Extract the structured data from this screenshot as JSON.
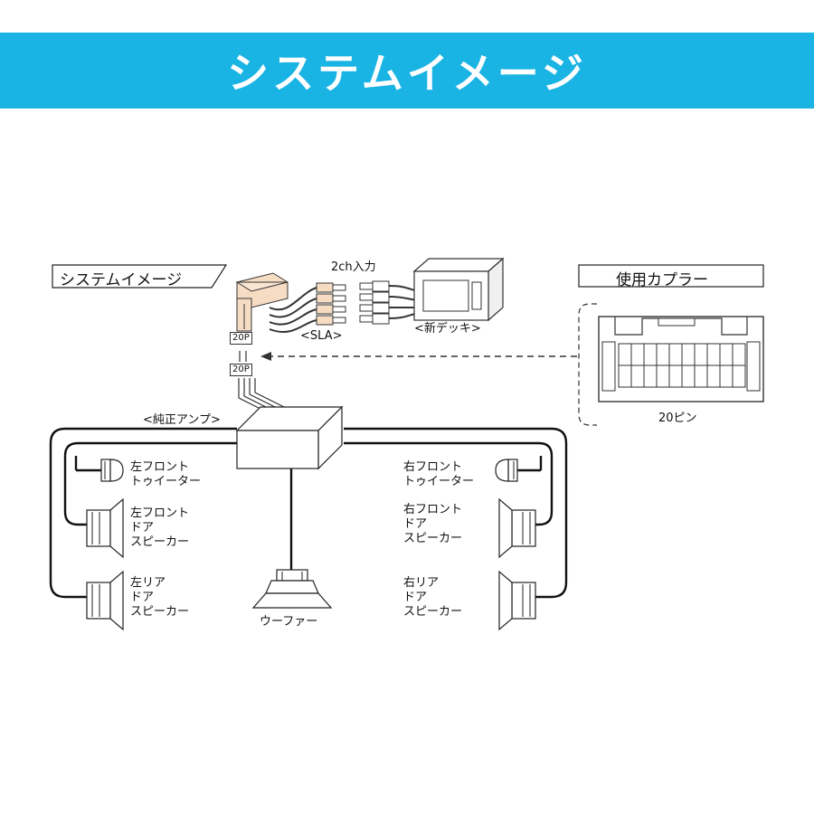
{
  "banner": {
    "title": "システムイメージ",
    "bg_color": "#1ab4e4",
    "text_color": "#ffffff"
  },
  "diagram": {
    "section_title": "システムイメージ",
    "coupler_title": "使用カプラー",
    "input_label": "2ch入力",
    "sla_label": "<SLA>",
    "deck_label": "<新デッキ>",
    "tag_upper": "20P",
    "tag_lower": "20P",
    "amp_label": "<純正アンプ>",
    "coupler_pin_label": "20ピン",
    "speakers": {
      "left_tweeter": "左フロント\nトゥイーター",
      "left_front": "左フロント\nドア\nスピーカー",
      "left_rear": "左リア\nドア\nスピーカー",
      "right_tweeter": "右フロント\nトゥイーター",
      "right_front": "右フロント\nドア\nスピーカー",
      "right_rear": "右リア\nドア\nスピーカー",
      "woofer": "ウーファー"
    },
    "colors": {
      "connector_fill": "#f7dcc4",
      "line": "#111111"
    }
  }
}
